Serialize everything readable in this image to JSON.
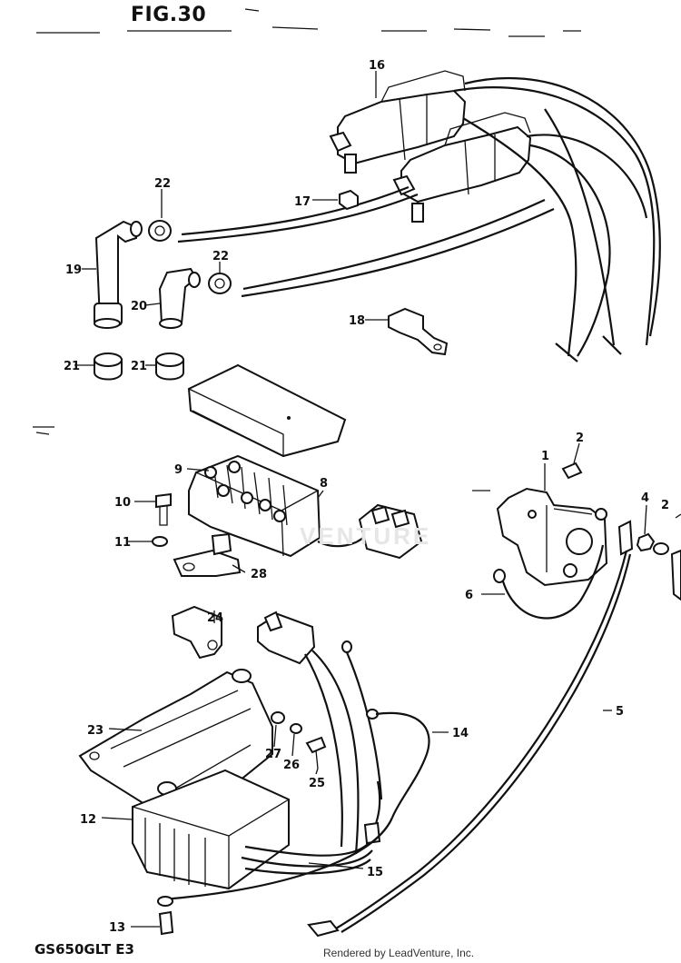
{
  "figure": {
    "title": "FIG.30",
    "model_code": "GS650GLT E3",
    "footer": "Rendered by LeadVenture, Inc.",
    "watermark": "VENTURE"
  },
  "callouts": {
    "c1": "1",
    "c2": "2",
    "c2b": "2",
    "c4": "4",
    "c5": "5",
    "c6": "6",
    "c8": "8",
    "c9": "9",
    "c10": "10",
    "c11": "11",
    "c12": "12",
    "c13": "13",
    "c14": "14",
    "c15": "15",
    "c16": "16",
    "c17": "17",
    "c18": "18",
    "c19": "19",
    "c20": "20",
    "c21a": "21",
    "c21b": "21",
    "c22a": "22",
    "c22b": "22",
    "c23": "23",
    "c24": "24",
    "c25": "25",
    "c26": "26",
    "c27": "27",
    "c28": "28"
  }
}
